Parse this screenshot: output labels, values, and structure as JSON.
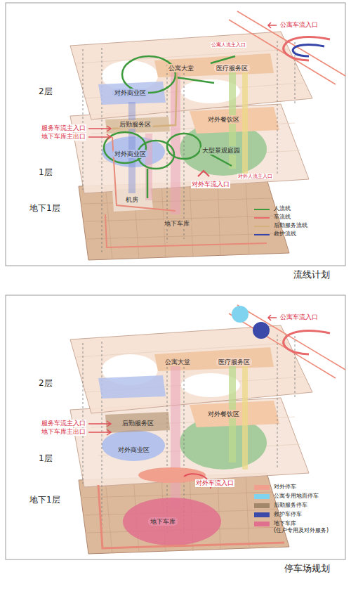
{
  "diagram": {
    "nodes": [
      {
        "text": [
          "公寓大堂"
        ]
      },
      {
        "text": [
          "医疗服务区"
        ]
      },
      {
        "text": [
          "对外商业区"
        ]
      },
      {
        "text": [
          "后勤服务区"
        ]
      },
      {
        "text": [
          "对外餐饮区"
        ]
      },
      {
        "text": [
          "对外商业区"
        ]
      },
      {
        "text": [
          "大型景观庭园"
        ]
      },
      {
        "text": [
          "机房"
        ]
      },
      {
        "text": [
          "地下车库"
        ]
      },
      {
        "text": [
          "公寓大堂"
        ]
      },
      {
        "text": [
          "医疗服务区"
        ]
      },
      {
        "text": [
          "后勤服务区"
        ]
      },
      {
        "text": [
          "对外餐饮区"
        ]
      },
      {
        "text": [
          "对外商业区"
        ]
      },
      {
        "text": [
          "地下车库"
        ]
      }
    ],
    "labels": [
      "公寓车流入口",
      "公寓人流主入口",
      "2层",
      "服务车流主入口",
      "地下车库主出口",
      "1层",
      "对外人流主入口",
      "对外车流入口",
      "地下1层",
      "流线计划",
      "公寓车流入口",
      "2层",
      "服务车流主入口",
      "地下车库主出口",
      "1层",
      "对外车流入口",
      "地下1层",
      "停车场规划"
    ],
    "legend": [
      {
        "text": "人流线"
      },
      {
        "text": "车流线"
      },
      {
        "text": "后勤服务流线"
      },
      {
        "text": "救护流线"
      },
      {
        "text": "对外停车",
        "color": "#f2a08e"
      },
      {
        "text": "公寓专用地面停车",
        "color": "#7fd3ef"
      },
      {
        "text": "后勤服务停车",
        "color": "#a3876a"
      },
      {
        "text": "救护车停车",
        "color": "#3b4aa8"
      },
      {
        "text": "地下车库 (住户专用及对外服务)",
        "color": "#e0708e"
      }
    ]
  }
}
